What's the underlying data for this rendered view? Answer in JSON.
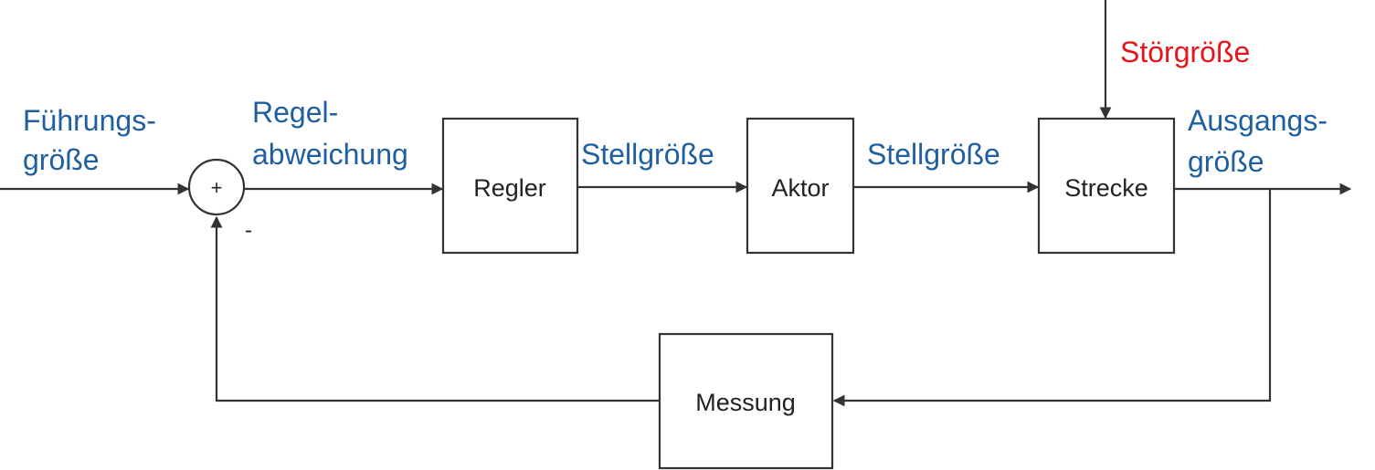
{
  "colors": {
    "signal_label": "#1f5fa0",
    "disturbance_label": "#e8141a",
    "lines": "#333333",
    "box_text": "#222222"
  },
  "blocks": {
    "regler": "Regler",
    "aktor": "Aktor",
    "strecke": "Strecke",
    "messung": "Messung"
  },
  "summing_junction": {
    "plus_sign": "+",
    "minus_sign": "-"
  },
  "signals": {
    "fuehrungsgroesse": [
      "Führungs-",
      "größe"
    ],
    "regelabweichung": [
      "Regel-",
      "abweichung"
    ],
    "stellgroesse_1": "Stellgröße",
    "stellgroesse_2": "Stellgröße",
    "ausgangsgroesse": [
      "Ausgangs-",
      "größe"
    ],
    "stoergroesse": "Störgröße"
  }
}
